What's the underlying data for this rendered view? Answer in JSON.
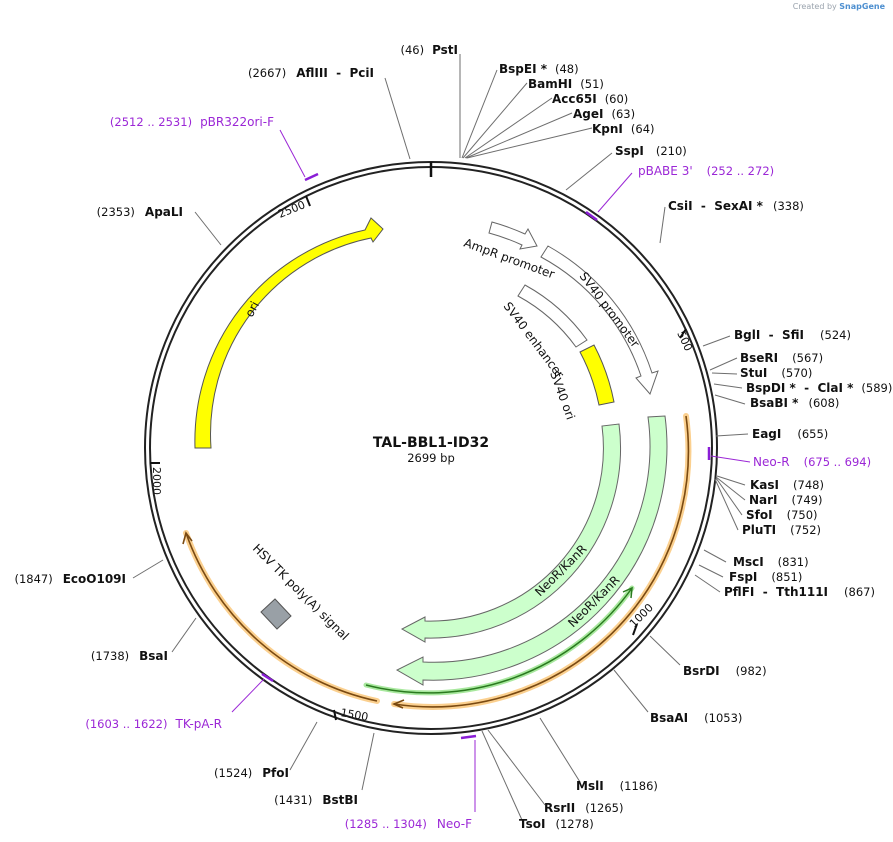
{
  "credit": {
    "prefix": "Created by",
    "brand": "SnapGene"
  },
  "plasmid": {
    "name": "TAL-BBL1-ID32",
    "size_label": "2699 bp",
    "length": 2699
  },
  "ticks": [
    "500",
    "1000",
    "1500",
    "2000",
    "2500"
  ],
  "features": [
    {
      "name": "ori",
      "color": "#ffff00"
    },
    {
      "name": "AmpR promoter",
      "color": "#ffffff"
    },
    {
      "name": "SV40 promoter",
      "color": "#ffffff"
    },
    {
      "name": "SV40 enhancer",
      "color": "#ffffff"
    },
    {
      "name": "SV40 ori",
      "color": "#ffff00"
    },
    {
      "name": "NeoR/KanR",
      "color": "#ccffcc"
    },
    {
      "name": "NeoR/KanR",
      "color": "#ccffcc"
    },
    {
      "name": "HSV TK poly(A) signal",
      "color": "#99a0a6"
    }
  ],
  "sites": [
    {
      "pos": "(46)",
      "name": "PstI"
    },
    {
      "pos": "(48)",
      "name": "BspEI *"
    },
    {
      "pos": "(51)",
      "name": "BamHI"
    },
    {
      "pos": "(60)",
      "name": "Acc65I"
    },
    {
      "pos": "(63)",
      "name": "AgeI"
    },
    {
      "pos": "(64)",
      "name": "KpnI"
    },
    {
      "pos": "(210)",
      "name": "SspI"
    },
    {
      "pos": "(338)",
      "name": "CsiI  -  SexAI *"
    },
    {
      "pos": "(524)",
      "name": "BglI  -  SfiI"
    },
    {
      "pos": "(567)",
      "name": "BseRI"
    },
    {
      "pos": "(570)",
      "name": "StuI"
    },
    {
      "pos": "(589)",
      "name": "BspDI *  -  ClaI *"
    },
    {
      "pos": "(608)",
      "name": "BsaBI *"
    },
    {
      "pos": "(655)",
      "name": "EagI"
    },
    {
      "pos": "(748)",
      "name": "KasI"
    },
    {
      "pos": "(749)",
      "name": "NarI"
    },
    {
      "pos": "(750)",
      "name": "SfoI"
    },
    {
      "pos": "(752)",
      "name": "PluTI"
    },
    {
      "pos": "(831)",
      "name": "MscI"
    },
    {
      "pos": "(851)",
      "name": "FspI"
    },
    {
      "pos": "(867)",
      "name": "PflFI  -  Tth111I"
    },
    {
      "pos": "(982)",
      "name": "BsrDI"
    },
    {
      "pos": "(1053)",
      "name": "BsaAI"
    },
    {
      "pos": "(1186)",
      "name": "MslI"
    },
    {
      "pos": "(1265)",
      "name": "RsrII"
    },
    {
      "pos": "(1278)",
      "name": "TsoI"
    },
    {
      "pos": "(1431)",
      "name": "BstBI"
    },
    {
      "pos": "(1524)",
      "name": "PfoI"
    },
    {
      "pos": "(1738)",
      "name": "BsaI"
    },
    {
      "pos": "(1847)",
      "name": "EcoO109I"
    },
    {
      "pos": "(2353)",
      "name": "ApaLI"
    },
    {
      "pos": "(2667)",
      "name": "AflIII  -  PciI"
    }
  ],
  "primers": [
    {
      "name": "pBABE 3'",
      "range": "(252 .. 272)"
    },
    {
      "name": "Neo-R",
      "range": "(675 .. 694)"
    },
    {
      "name": "Neo-F",
      "range": "(1285 .. 1304)"
    },
    {
      "name": "TK-pA-R",
      "range": "(1603 .. 1622)"
    },
    {
      "name": "pBR322ori-F",
      "range": "(2512 .. 2531)"
    }
  ]
}
